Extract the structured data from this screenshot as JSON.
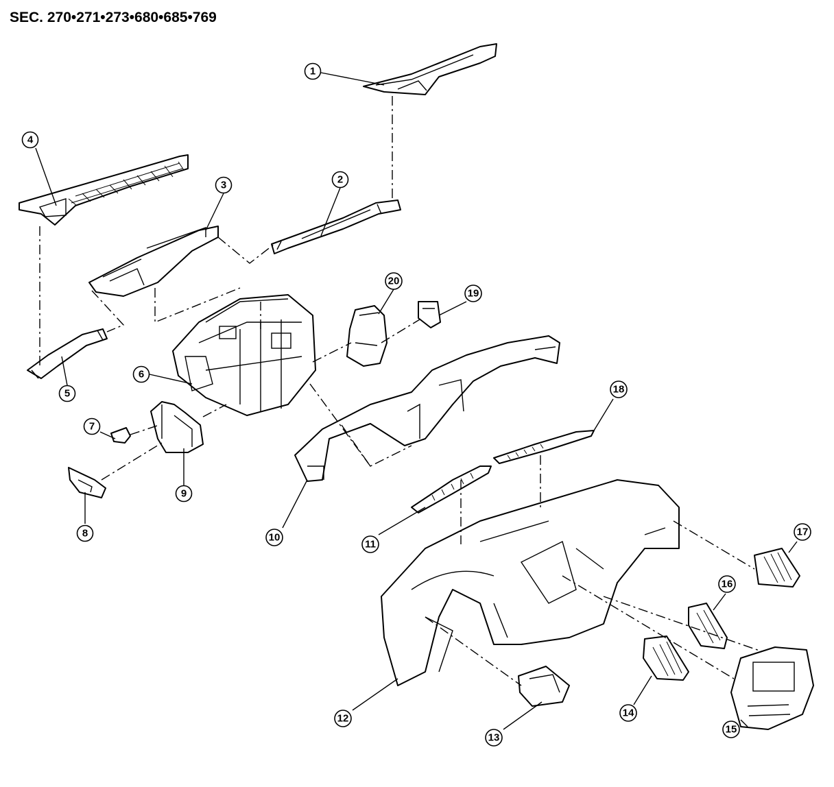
{
  "title": "SEC. 270•271•273•680•685•769",
  "callouts": [
    {
      "id": 1,
      "label": "1"
    },
    {
      "id": 2,
      "label": "2"
    },
    {
      "id": 3,
      "label": "3"
    },
    {
      "id": 4,
      "label": "4"
    },
    {
      "id": 5,
      "label": "5"
    },
    {
      "id": 6,
      "label": "6"
    },
    {
      "id": 7,
      "label": "7"
    },
    {
      "id": 8,
      "label": "8"
    },
    {
      "id": 9,
      "label": "9"
    },
    {
      "id": 10,
      "label": "10"
    },
    {
      "id": 11,
      "label": "11"
    },
    {
      "id": 12,
      "label": "12"
    },
    {
      "id": 13,
      "label": "13"
    },
    {
      "id": 14,
      "label": "14"
    },
    {
      "id": 15,
      "label": "15"
    },
    {
      "id": 16,
      "label": "16"
    },
    {
      "id": 17,
      "label": "17"
    },
    {
      "id": 18,
      "label": "18"
    },
    {
      "id": 19,
      "label": "19"
    },
    {
      "id": 20,
      "label": "20"
    }
  ]
}
